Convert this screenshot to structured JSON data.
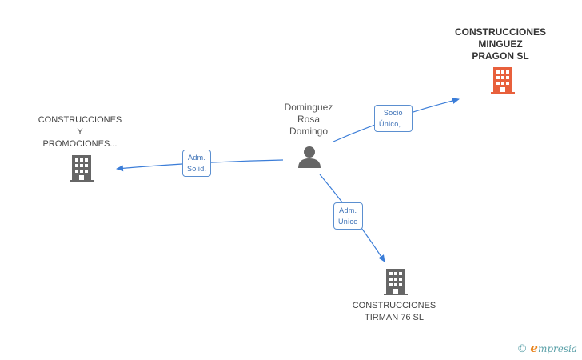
{
  "nodes": {
    "center": {
      "lines": [
        "Dominguez",
        "Rosa",
        "Domingo"
      ],
      "icon": "person-icon",
      "color": "#666666"
    },
    "top_right": {
      "lines": [
        "CONSTRUCCIONES",
        "MINGUEZ",
        "PRAGON SL"
      ],
      "icon": "building-icon",
      "color": "#e8603c"
    },
    "left": {
      "lines": [
        "CONSTRUCCIONES",
        "Y",
        "PROMOCIONES..."
      ],
      "icon": "building-icon",
      "color": "#666666"
    },
    "bottom": {
      "lines": [
        "CONSTRUCCIONES",
        "TIRMAN 76 SL"
      ],
      "icon": "building-icon",
      "color": "#666666"
    }
  },
  "edges": {
    "to_top_right": {
      "lines": [
        "Socio",
        "Único,..."
      ]
    },
    "to_left": {
      "lines": [
        "Adm.",
        "Solid."
      ]
    },
    "to_bottom": {
      "lines": [
        "Adm.",
        "Unico"
      ]
    }
  },
  "colors": {
    "edge": "#3b7dd8",
    "label_border": "#5b8fd0"
  },
  "footer": {
    "copyright": "©",
    "brand_initial": "e",
    "brand_rest": "mpresia"
  }
}
